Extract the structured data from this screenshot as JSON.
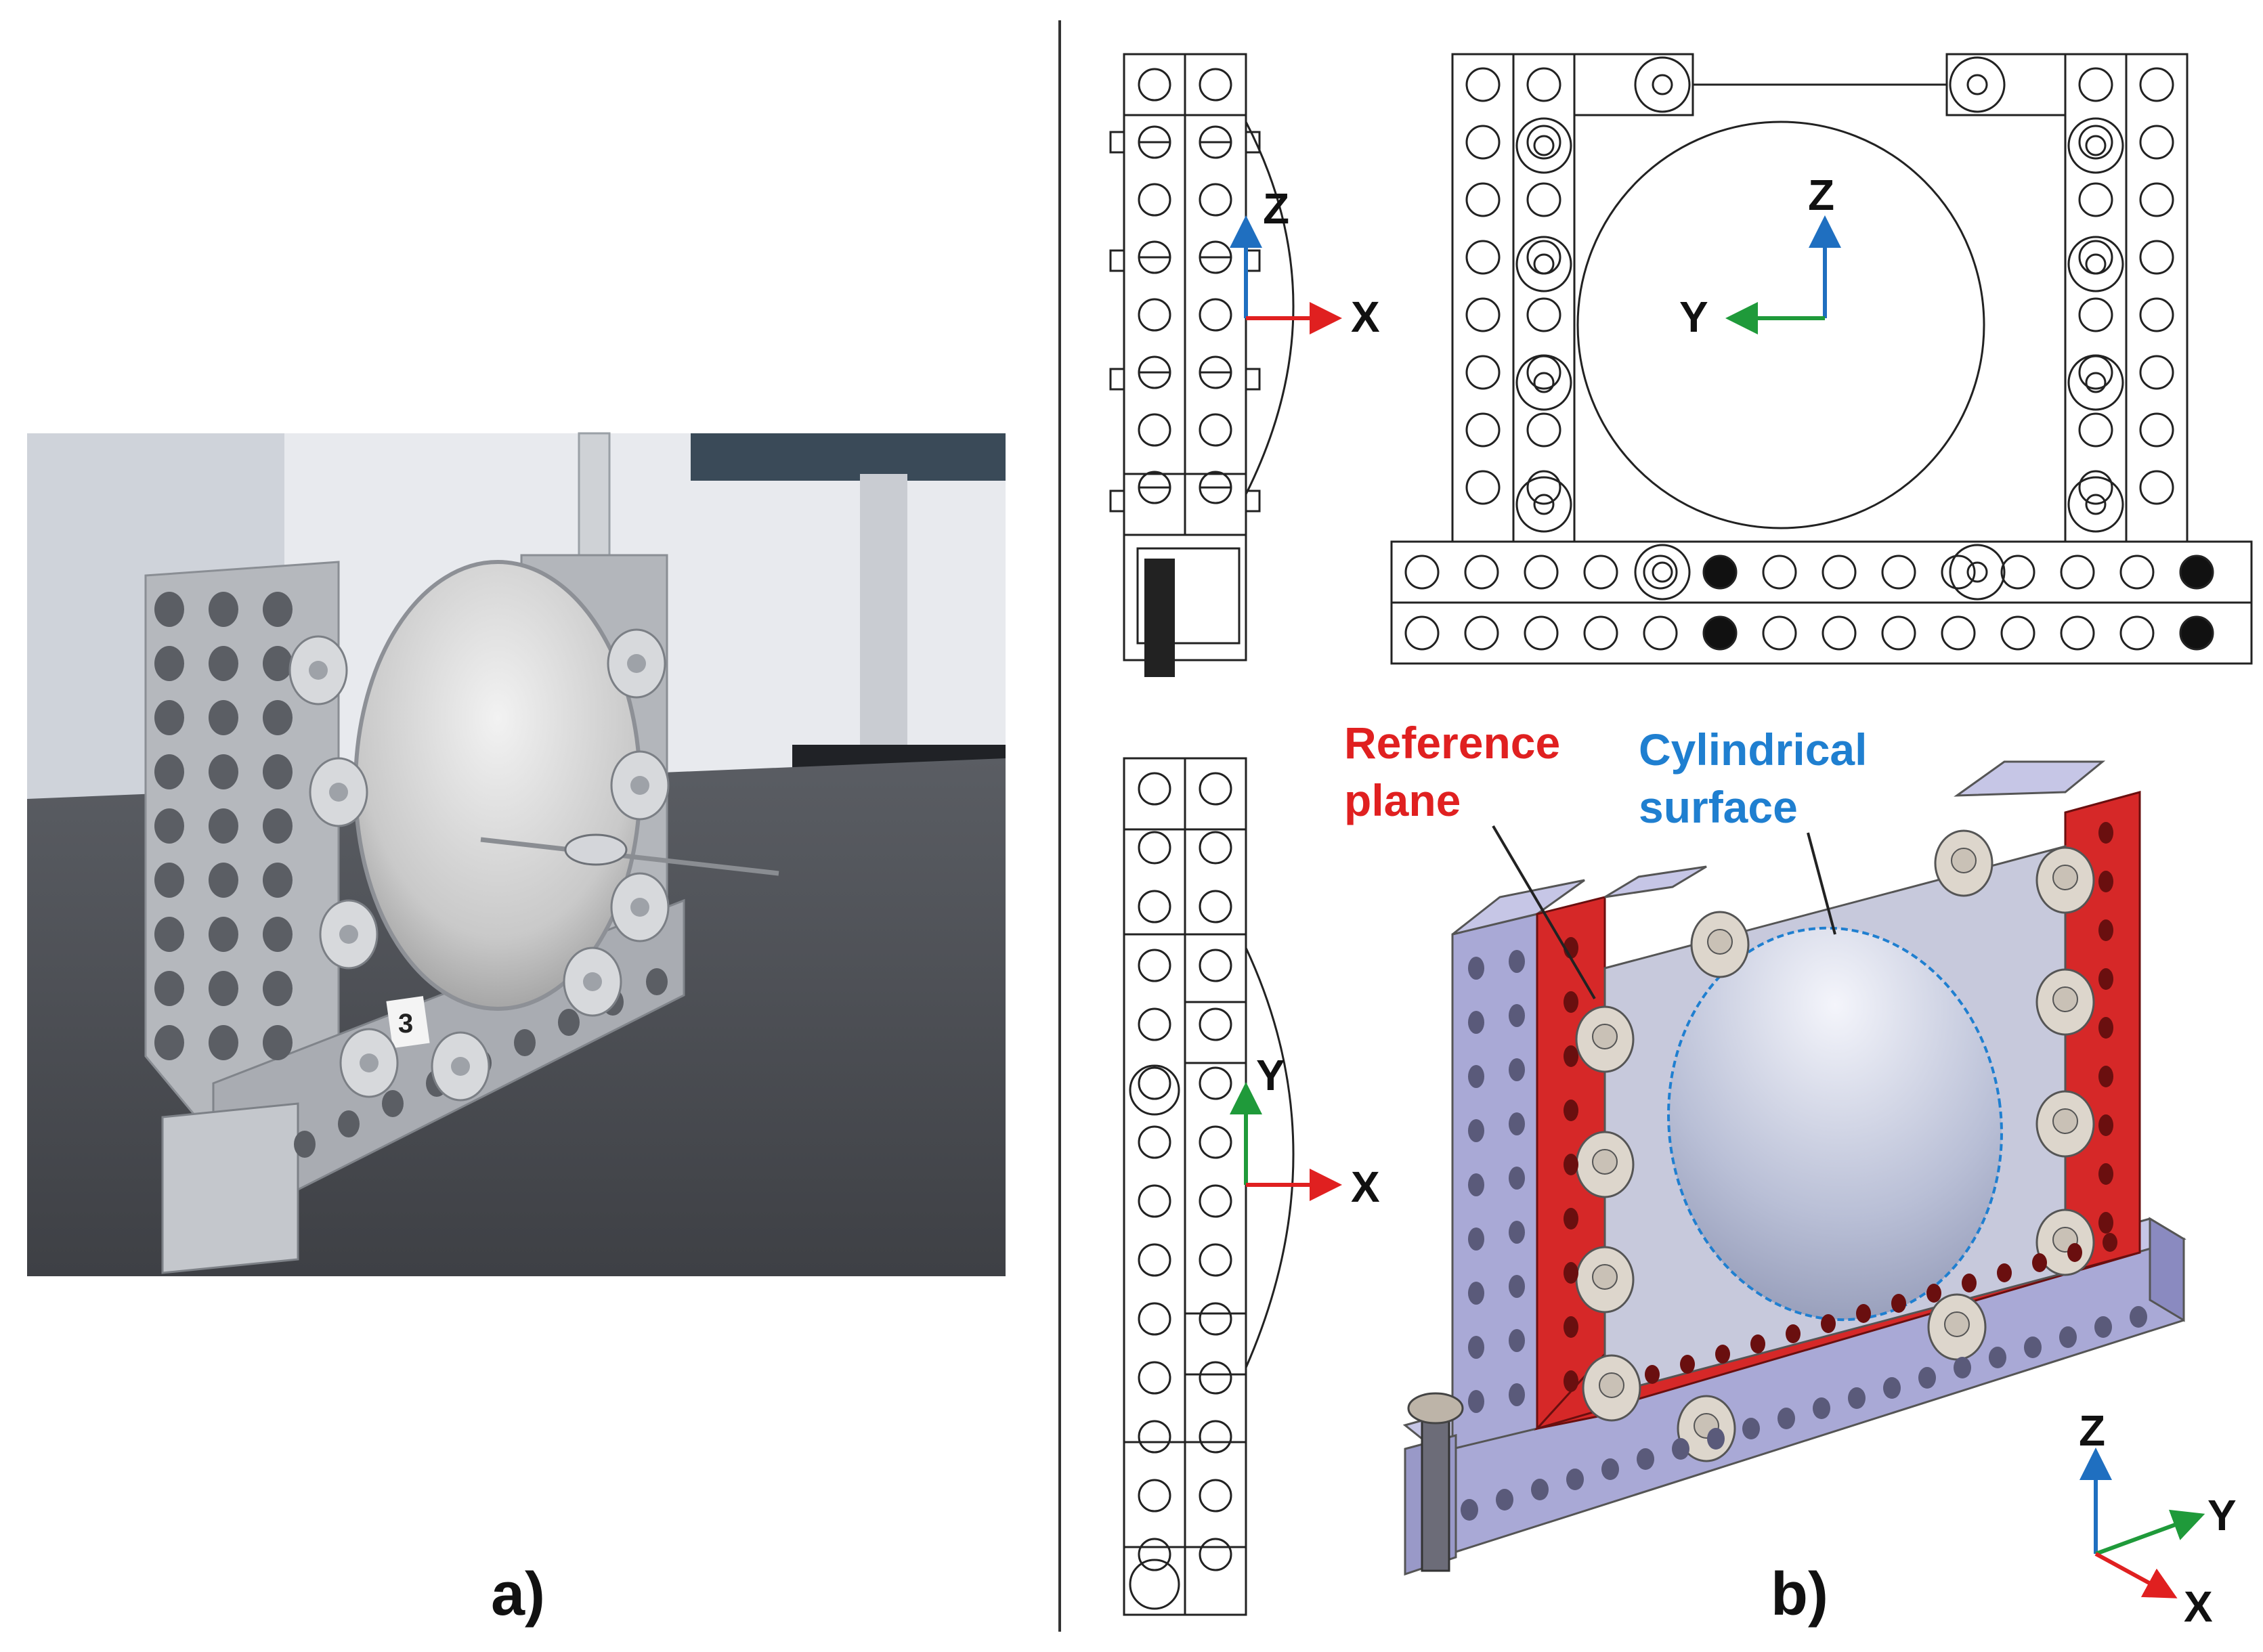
{
  "panel_a": {
    "label": "a)",
    "plate_mark": "3"
  },
  "panel_b": {
    "label": "b)"
  },
  "axes": {
    "side_top": {
      "vertical": "Z",
      "horizontal": "X"
    },
    "front_top": {
      "vertical": "Z",
      "horizontal": "Y"
    },
    "side_bottom": {
      "vertical": "Y",
      "horizontal": "X"
    },
    "iso": {
      "vertical": "Z",
      "right": "Y",
      "down": "X"
    }
  },
  "callouts": {
    "reference_plane": {
      "line1": "Reference",
      "line2": "plane",
      "color": "#e02020"
    },
    "cylindrical_surface": {
      "line1": "Cylindrical",
      "line2": "surface",
      "color": "#1f7fd0"
    }
  },
  "colors": {
    "axis_x": "#e02020",
    "axis_y": "#1f9a3a",
    "axis_z": "#1f6fc0",
    "fixture_red": "#d62828",
    "fixture_lavender": "#a9a9d6",
    "plate_gray": "#c7c9dc"
  }
}
